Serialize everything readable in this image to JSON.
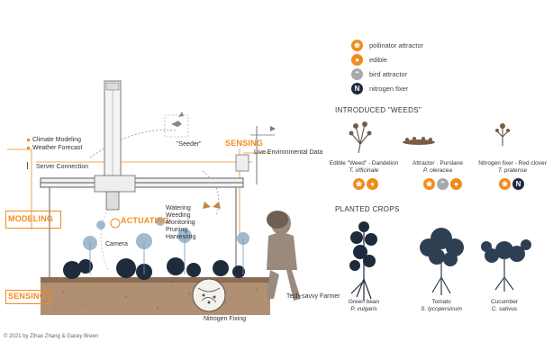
{
  "legend": {
    "items": [
      {
        "icon": "pollinator-icon",
        "label": "pollinator attractor"
      },
      {
        "icon": "edible-icon",
        "label": "edible"
      },
      {
        "icon": "bird-icon",
        "label": "bird attractor"
      },
      {
        "icon": "nitrogen-icon",
        "label": "nitrogen fixer",
        "glyph": "N"
      }
    ]
  },
  "weeds": {
    "title": "INTRODUCED \"WEEDS\"",
    "plants": [
      {
        "common": "Edible \"Weed\" - Dandelion",
        "latin": "T. officinale"
      },
      {
        "common": "Attractor · Purslane",
        "latin": "P. oleracea"
      },
      {
        "common": "Nitrogen fixer - Red clover",
        "latin": "T. pratense"
      }
    ]
  },
  "crops": {
    "title": "PLANTED CROPS",
    "plants": [
      {
        "common": "Green bean",
        "latin": "P. vulgaris"
      },
      {
        "common": "Tomato",
        "latin": "S. lycopersicum"
      },
      {
        "common": "Cucumber",
        "latin": "C. sativus"
      }
    ]
  },
  "system": {
    "modeling_items": [
      "Climate Modeling",
      "Weather Forecast"
    ],
    "server": "Server Connection",
    "modeling_tag": "MODELING",
    "sensing_tag": "SENSING",
    "sensing_tag_bottom": "SENSING",
    "actuating_tag": "ACTUATING",
    "seeder": "\"Seeder\"",
    "live_data": "Live Environmental Data",
    "camera": "Camera",
    "tasks": [
      "Watering",
      "Weeding",
      "Monitoring",
      "Pruning",
      "Harvesting"
    ],
    "farmer": "Tech-savvy Farmer",
    "nitrogen": "Nitrogen Fixing"
  },
  "credit": "© 2021 by Zihao Zhang & Gacey Breen",
  "colors": {
    "accent": "#f08c1e",
    "dark": "#1e2b3c",
    "gray": "#a7a9ac"
  }
}
